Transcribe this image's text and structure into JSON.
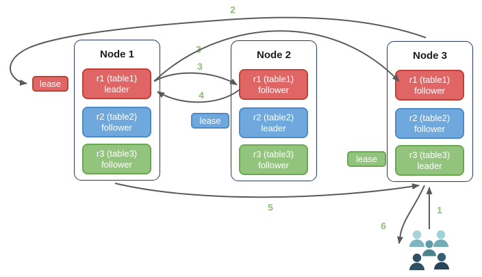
{
  "diagram": {
    "nodes": [
      {
        "title": "Node 1",
        "replicas": [
          {
            "range": "r1 (table1)",
            "role": "leader",
            "color_name": "red"
          },
          {
            "range": "r2 (table2)",
            "role": "follower",
            "color_name": "blue"
          },
          {
            "range": "r3 (table3)",
            "role": "follower",
            "color_name": "green"
          }
        ]
      },
      {
        "title": "Node 2",
        "replicas": [
          {
            "range": "r1 (table1)",
            "role": "follower",
            "color_name": "red"
          },
          {
            "range": "r2 (table2)",
            "role": "leader",
            "color_name": "blue"
          },
          {
            "range": "r3 (table3)",
            "role": "follower",
            "color_name": "green"
          }
        ]
      },
      {
        "title": "Node 3",
        "replicas": [
          {
            "range": "r1 (table1)",
            "role": "follower",
            "color_name": "red"
          },
          {
            "range": "r2 (table2)",
            "role": "follower",
            "color_name": "blue"
          },
          {
            "range": "r3 (table3)",
            "role": "leader",
            "color_name": "green"
          }
        ]
      }
    ],
    "leases": [
      {
        "label": "lease",
        "color_name": "red"
      },
      {
        "label": "lease",
        "color_name": "blue"
      },
      {
        "label": "lease",
        "color_name": "green"
      }
    ],
    "steps": {
      "s1": "1",
      "s2": "2",
      "s3a": "3",
      "s3b": "3",
      "s4": "4",
      "s5": "5",
      "s6": "6"
    },
    "icons": {
      "users_icon": {
        "person_colors": [
          {
            "head": "#a7d4db",
            "body": "#7db5be"
          },
          {
            "head": "#9ed1d8",
            "body": "#74acb5"
          },
          {
            "head": "#5f9ba7",
            "body": "#4a8290"
          },
          {
            "head": "#2f5061",
            "body": "#2f5061"
          },
          {
            "head": "#336173",
            "body": "#274459"
          }
        ]
      }
    },
    "colors": {
      "red_fill": "#e06666",
      "red_border": "#bf4036",
      "blue_fill": "#6fa8dc",
      "blue_border": "#4d89cb",
      "green_fill": "#93c47d",
      "green_border": "#69a84f",
      "node_border": "#24365e",
      "arrow": "#595959",
      "step_label": "#8cbd70"
    }
  }
}
